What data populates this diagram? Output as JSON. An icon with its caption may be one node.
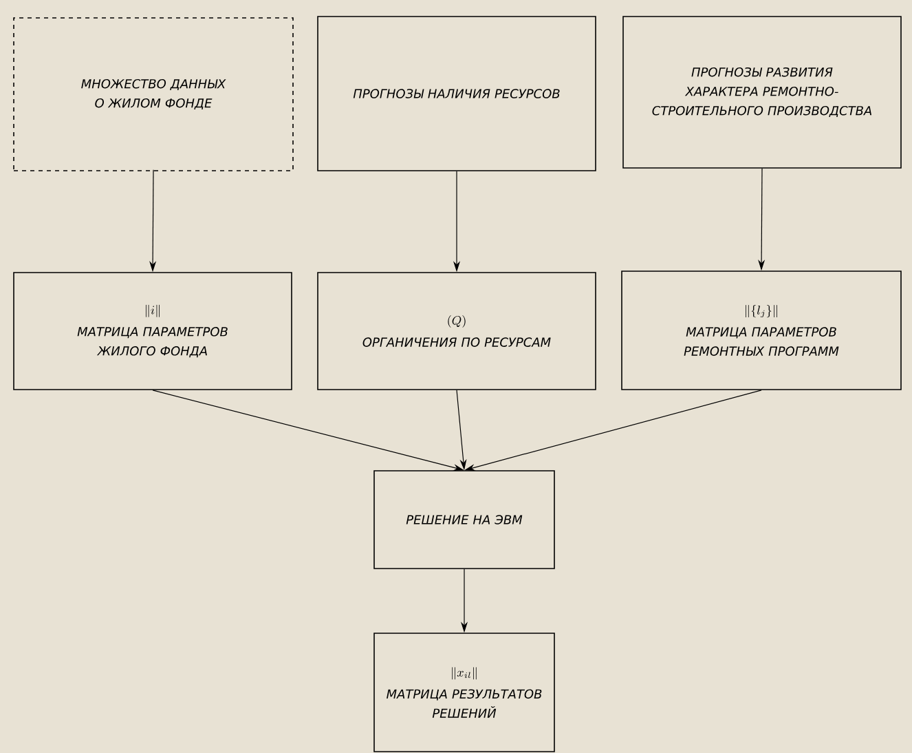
{
  "diagram": {
    "nodes": [
      {
        "text": [
          "МНОЖЕСТВО ДАННЫХ О ЖИЛОМ ФОНДЕ"
        ]
      },
      {
        "text": [
          "ПРОГНОЗЫ НАЛИЧИЯ РЕСУРСОВ"
        ]
      },
      {
        "text": [
          "ПРОГНОЗЫ РАЗВИТИЯ ХАРАКТЕРА РЕМОНТНО-СТРОИТЕЛЬНОГО ПРОИЗВОДСТВА"
        ]
      },
      {
        "text": [
          "\\|i\\|",
          "МАТРИЦА ПАРАМЕТРОВ ЖИЛОГО ФОНДА"
        ]
      },
      {
        "text": [
          "(Q)",
          "ОРГАНИЧЕНИЯ ПО РЕСУРСАМ"
        ]
      },
      {
        "text": [
          "\\|\\{l_j\\}\\|",
          "МАТРИЦА ПАРАМЕТРОВ РЕМОНТНЫХ ПРОГРАММ"
        ]
      },
      {
        "text": [
          "РЕШЕНИЕ НА ЭВМ"
        ]
      },
      {
        "text": [
          "\\|x_{il}\\|",
          "МАТРИЦА РЕЗУЛЬТАТОВ РЕШЕНИЙ"
        ]
      }
    ],
    "edges": [
      {
        "from": 0,
        "to": 3,
        "arrow": "to"
      },
      {
        "from": 1,
        "to": 4,
        "arrow": "to"
      },
      {
        "from": 2,
        "to": 5,
        "arrow": "to"
      },
      {
        "from": 3,
        "to": 6,
        "arrow": "to"
      },
      {
        "from": 4,
        "to": 6,
        "arrow": "to"
      },
      {
        "from": 5,
        "to": 6,
        "arrow": "to"
      },
      {
        "from": 6,
        "to": 7,
        "arrow": "to"
      }
    ]
  }
}
